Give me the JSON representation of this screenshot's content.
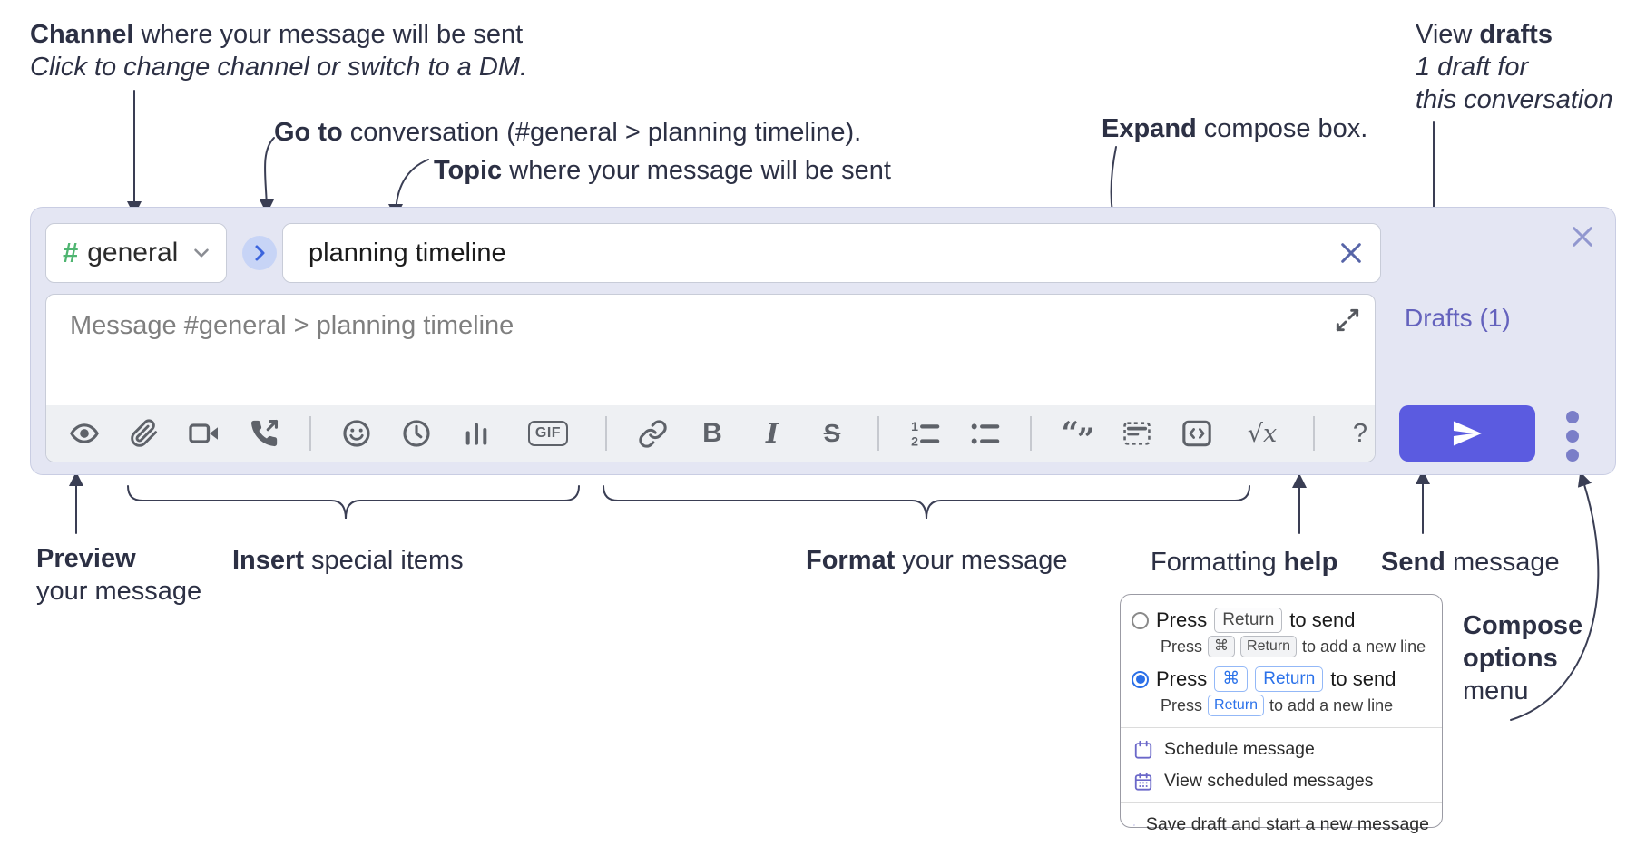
{
  "annotations": {
    "channel": {
      "bold": "Channel",
      "rest": " where your message will be sent",
      "sub": "Click to change channel or switch to a DM."
    },
    "goto": {
      "bold": "Go to",
      "rest": " conversation (#general > planning timeline)."
    },
    "topic": {
      "bold": "Topic",
      "rest": " where your message will be sent"
    },
    "expand": {
      "bold": "Expand",
      "rest": " compose box."
    },
    "drafts": {
      "line1_pre": "View ",
      "line1_bold": "drafts",
      "line2": "1 draft for",
      "line3": "this conversation"
    },
    "preview": {
      "bold": "Preview",
      "rest": "your message"
    },
    "insert": {
      "bold": "Insert",
      "rest": " special items"
    },
    "format": {
      "bold": "Format",
      "rest": " your message"
    },
    "help": {
      "pre": "Formatting ",
      "bold": "help"
    },
    "send": {
      "bold": "Send",
      "rest": " message"
    },
    "options": {
      "line1": "Compose",
      "line2": "options",
      "line3": "menu"
    }
  },
  "compose": {
    "hash": "#",
    "channel_name": "general",
    "topic_value": "planning timeline",
    "message_placeholder": "Message #general > planning timeline",
    "drafts_label": "Drafts (1)",
    "gif_label": "GIF",
    "bold_label": "B",
    "italic_label": "I",
    "strike_label": "S",
    "quote_open": "“",
    "quote_close": "”",
    "math_sqrt": "√",
    "math_x": "x",
    "help_label": "?",
    "toolbar_icon_names": [
      "preview-eye",
      "attach-paperclip",
      "start-video-call",
      "start-audio-call",
      "emoji",
      "add-global-time",
      "add-poll",
      "add-gif",
      "link",
      "bold",
      "italic",
      "strikethrough",
      "numbered-list",
      "bulleted-list",
      "quote",
      "spoiler",
      "code",
      "math",
      "message-formatting-help"
    ]
  },
  "popup": {
    "option1": {
      "pre": "Press",
      "key": "Return",
      "post": "to send",
      "sub_pre": "Press",
      "sub_key1": "⌘",
      "sub_key2": "Return",
      "sub_post": "to add a new line"
    },
    "option2": {
      "pre": "Press",
      "key1": "⌘",
      "key2": "Return",
      "post": "to send",
      "sub_pre": "Press",
      "sub_key": "Return",
      "sub_post": "to add a new line"
    },
    "items": [
      {
        "label": "Schedule message"
      },
      {
        "label": "View scheduled messages"
      },
      {
        "label": "Save draft and start a new message"
      }
    ]
  },
  "colors": {
    "container_bg": "#e4e6f3",
    "send_button": "#5b5be0",
    "drafts_link": "#6462bd",
    "hash_green": "#4fb571",
    "goto_blue": "#3b64dd",
    "kbd_blue": "#2b72ea",
    "menu_icon_purple": "#6b68c9",
    "annotation_ink": "#2c3044"
  }
}
